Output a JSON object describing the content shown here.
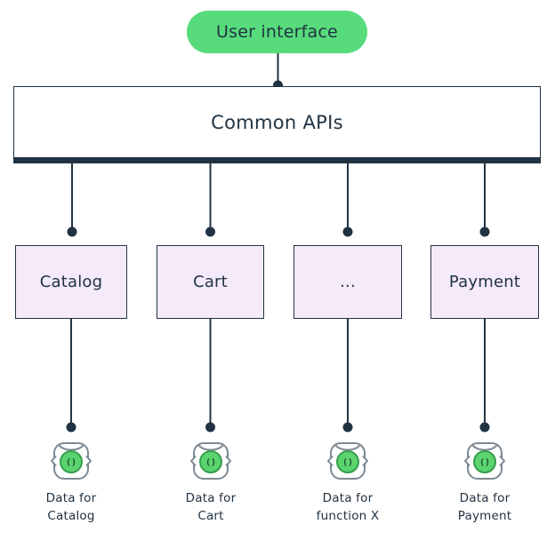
{
  "diagram": {
    "ui_pill_label": "User interface",
    "api_box_label": "Common APIs",
    "modules": [
      {
        "label": "Catalog",
        "data_line1": "Data for",
        "data_line2": "Catalog"
      },
      {
        "label": "Cart",
        "data_line1": "Data for",
        "data_line2": "Cart"
      },
      {
        "label": "...",
        "data_line1": "Data for",
        "data_line2": "function X"
      },
      {
        "label": "Payment",
        "data_line1": "Data for",
        "data_line2": "Payment"
      }
    ],
    "icon_parens_glyph": "()"
  },
  "colors": {
    "green": "#57db7b",
    "navy": "#213343",
    "lavender": "#f5eaf9",
    "icon_green": "#5bd36e",
    "icon_green_border": "#379e4e",
    "icon_gray": "#7d8a93"
  }
}
